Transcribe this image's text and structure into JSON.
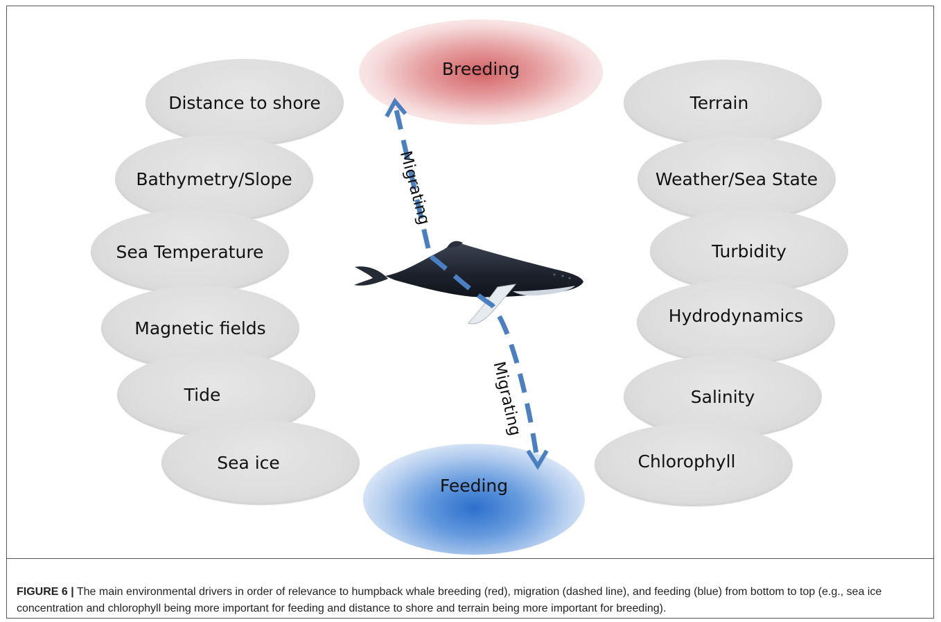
{
  "diagram": {
    "breeding": "Breeding",
    "feeding": "Feeding",
    "migrating_upper": "Migrating",
    "migrating_lower": "Migrating",
    "left_drivers": [
      "Distance to shore",
      "Bathymetry/Slope",
      "Sea Temperature",
      "Magnetic fields",
      "Tide",
      "Sea ice"
    ],
    "right_drivers": [
      "Terrain",
      "Weather/Sea State",
      "Turbidity",
      "Hydrodynamics",
      "Salinity",
      "Chlorophyll"
    ],
    "colors": {
      "breeding": "#d05a5c",
      "feeding": "#2d70cd",
      "arrow": "#4a7fc1",
      "ellipse": "#dedede"
    },
    "icons": [
      "humpback-whale-illustration"
    ]
  },
  "caption": {
    "label": "FIGURE 6 |",
    "text": " The main environmental drivers in order of relevance to humpback whale breeding (red), migration (dashed line), and feeding (blue) from bottom to top (e.g., sea ice concentration and chlorophyll being more important for feeding and distance to shore and terrain being more important for breeding)."
  }
}
